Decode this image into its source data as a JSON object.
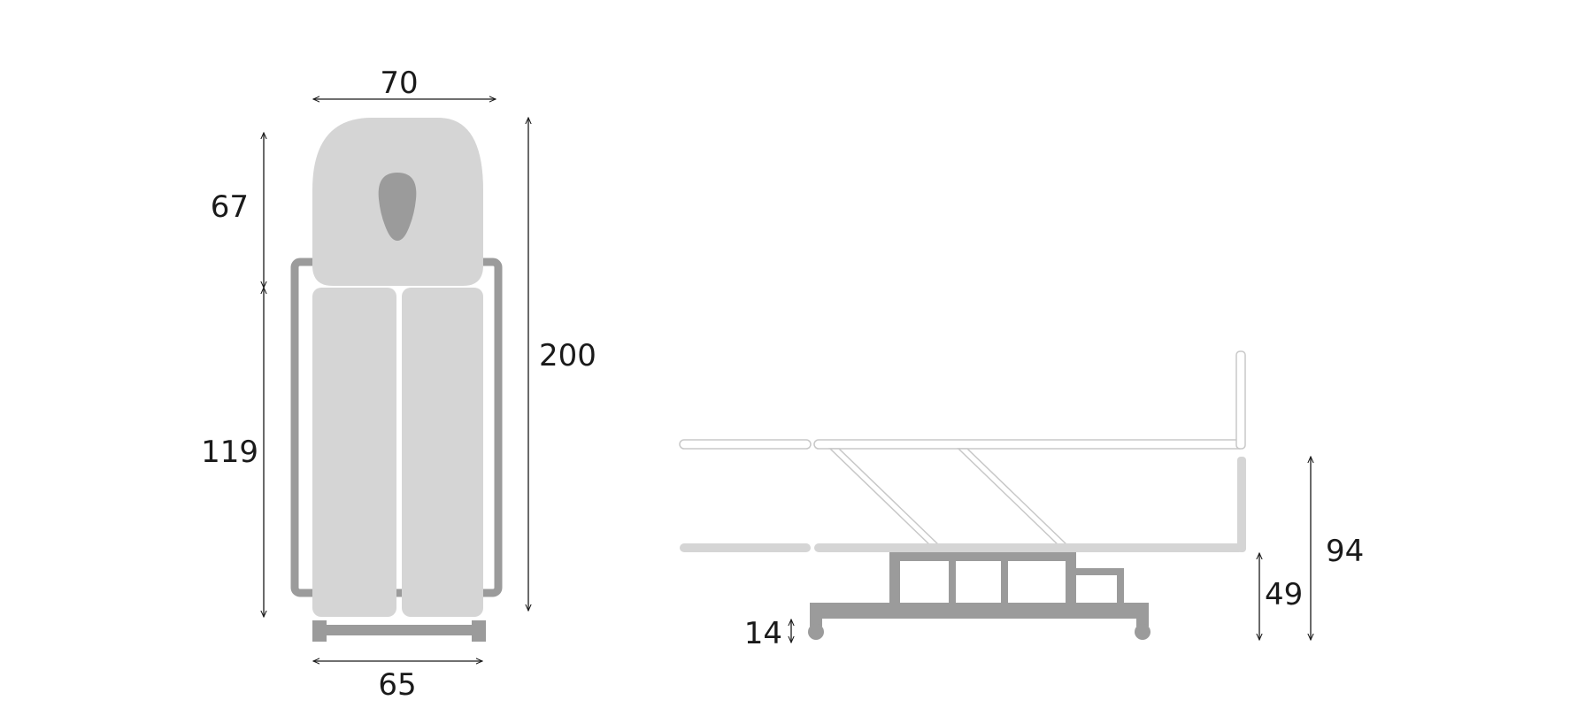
{
  "dimensions": {
    "top_width": "70",
    "headrest_length": "67",
    "body_length": "119",
    "total_length": "200",
    "base_width": "65",
    "wheel_height": "14",
    "min_height": "49",
    "max_height": "94"
  },
  "colors": {
    "cushion": "#d5d5d5",
    "frame": "#9b9b9b",
    "face_hole": "#9b9b9b",
    "outline": "#c8c8c8",
    "text": "#1a1a1a"
  }
}
